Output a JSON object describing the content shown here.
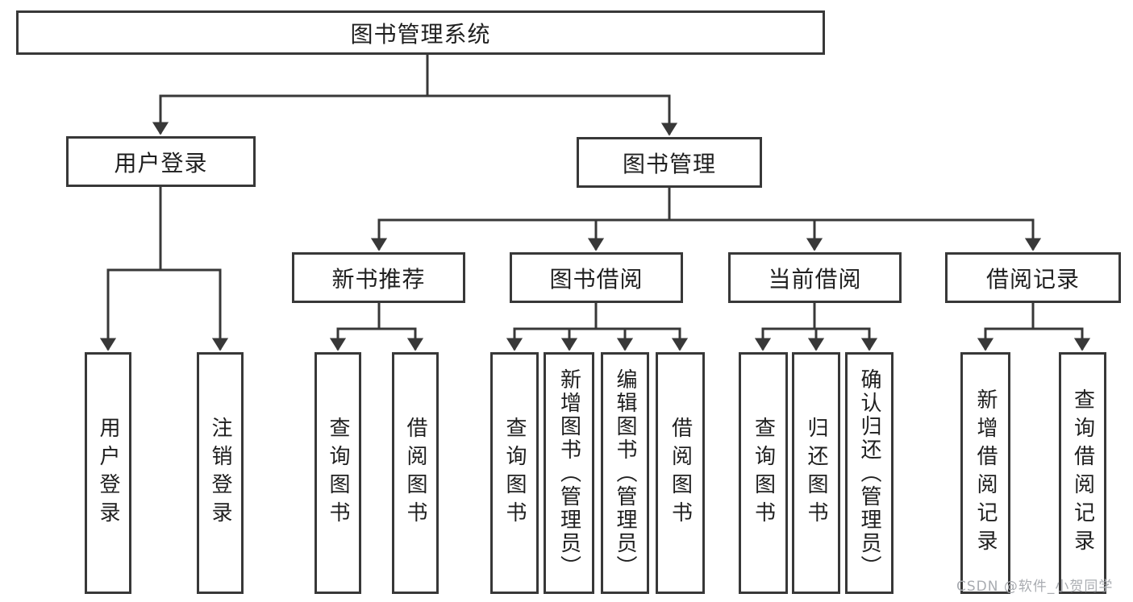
{
  "tree": {
    "root_label": "图书管理系统",
    "user_login": {
      "label": "用户登录",
      "children": [
        "用户登录",
        "注销登录"
      ]
    },
    "book_mgmt": {
      "label": "图书管理",
      "sections": [
        {
          "label": "新书推荐",
          "children": [
            "查询图书",
            "借阅图书"
          ]
        },
        {
          "label": "图书借阅",
          "children": [
            "查询图书",
            "新增图书（管理员）",
            "编辑图书（管理员）",
            "借阅图书"
          ]
        },
        {
          "label": "当前借阅",
          "children": [
            "查询图书",
            "归还图书",
            "确认归还（管理员）"
          ]
        },
        {
          "label": "借阅记录",
          "children": [
            "新增借阅记录",
            "查询借阅记录"
          ]
        }
      ]
    }
  },
  "watermark": {
    "text": "CSDN @软件_小贺同学"
  },
  "colors": {
    "line": "#383838",
    "text": "#1f1f1f",
    "background": "#ffffff",
    "watermark": "#a9acb1"
  }
}
